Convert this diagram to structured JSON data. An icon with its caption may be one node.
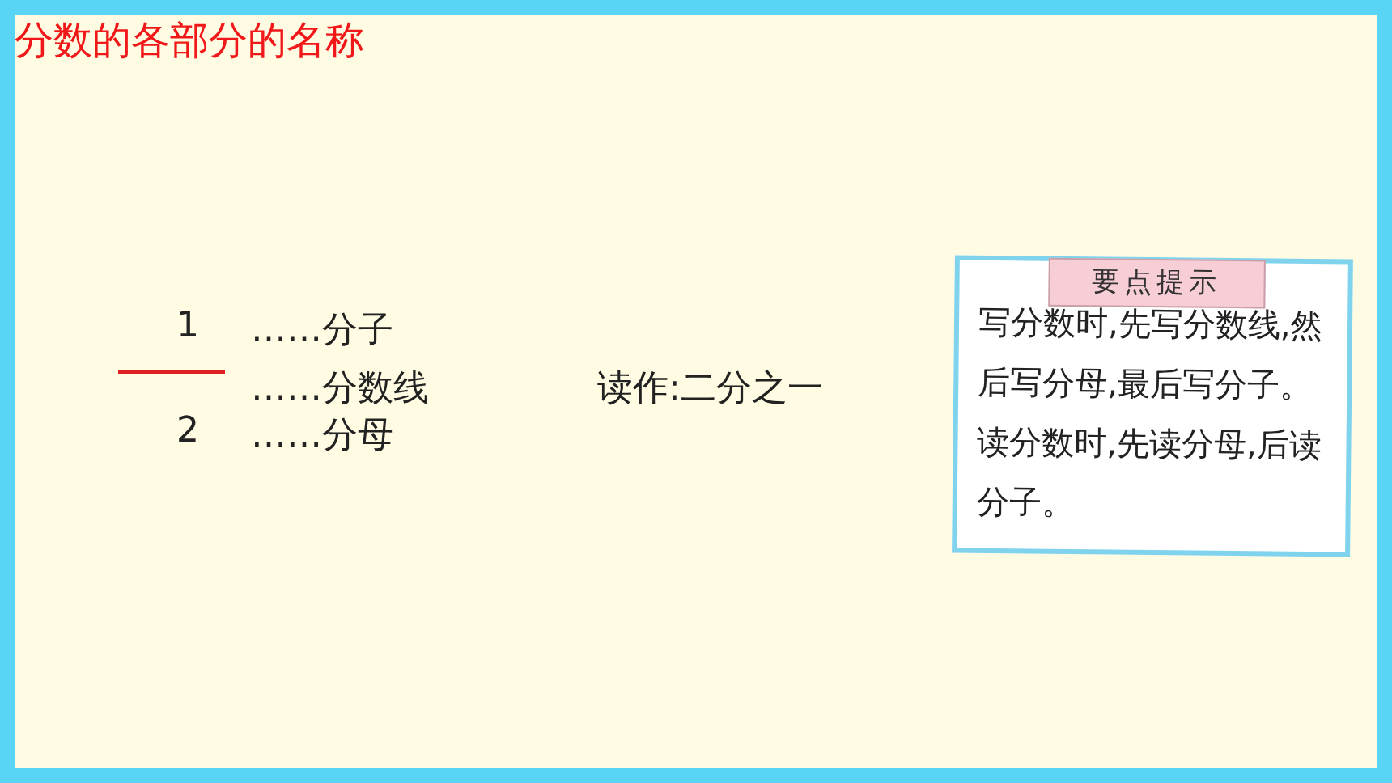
{
  "diagram": {
    "title": "分数的各部分的名称",
    "nodes": [
      {
        "text": [
          "要点提示",
          "写分数时,先写分数线,然后写分母,最后写分子。读分数时,先读分母,后读分子。"
        ]
      }
    ],
    "labels": [
      "1",
      "……分子",
      "……分数线",
      "2",
      "……分母",
      "读作:二分之一"
    ]
  }
}
